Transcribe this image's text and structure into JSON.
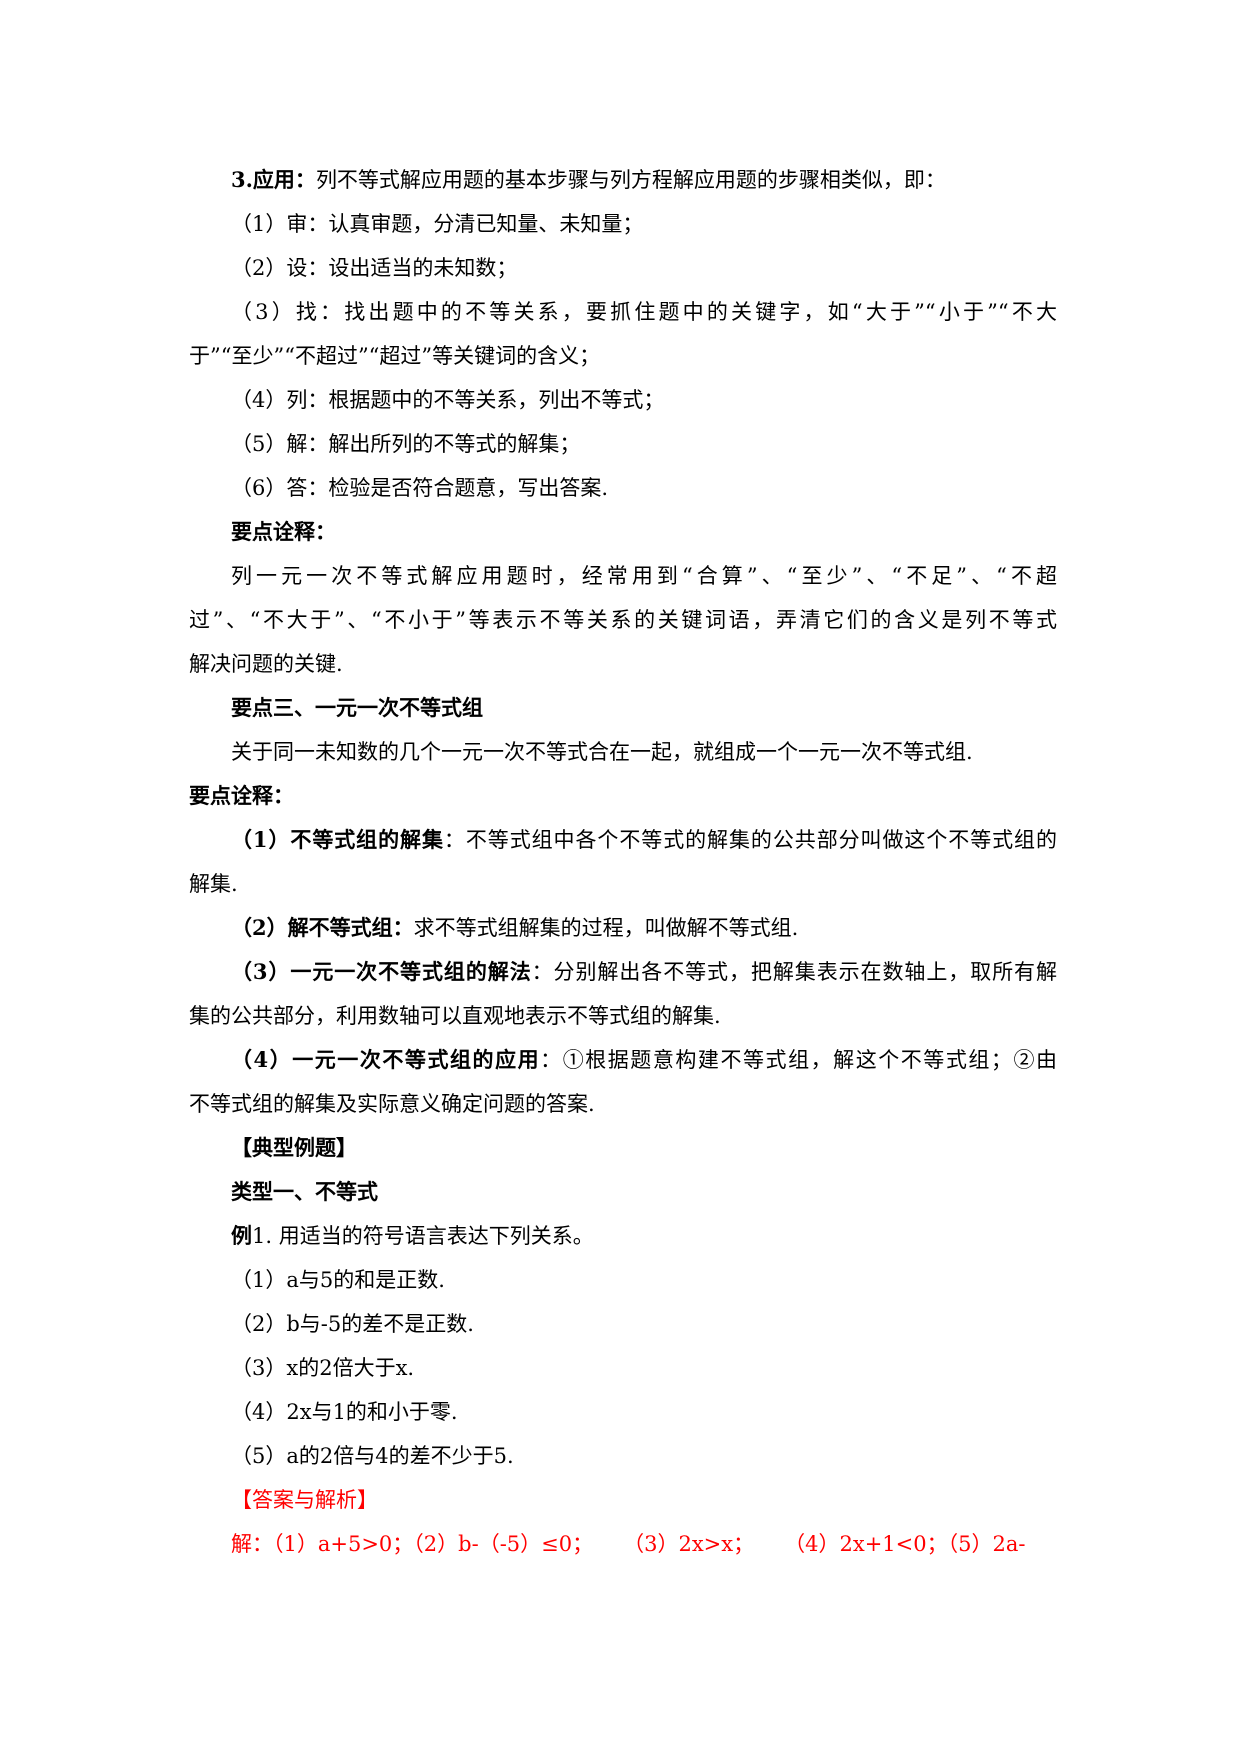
{
  "section_app": {
    "title": "3.应用：",
    "text": "列不等式解应用题的基本步骤与列方程解应用题的步骤相类似，即：",
    "steps": [
      "（1）审：认真审题，分清已知量、未知量；",
      "（2）设：设出适当的未知数；",
      "（3）找：找出题中的不等关系，要抓住题中的关键字，如“大于”“小于”“不大",
      "于”“至少”“不超过”“超过”等关键词的含义；",
      "（4）列：根据题中的不等关系，列出不等式；",
      "（5）解：解出所列的不等式的解集；",
      "（6）答：检验是否符合题意，写出答案."
    ]
  },
  "note1": {
    "title": "要点诠释：",
    "lines": [
      "列一元一次不等式解应用题时，经常用到“合算”、“至少”、“不足”、“不超",
      "过”、“不大于”、“不小于”等表示不等关系的关键词语，弄清它们的含义是列不等式",
      "解决问题的关键."
    ]
  },
  "section3": {
    "title": "要点三、一元一次不等式组",
    "text": "关于同一未知数的几个一元一次不等式合在一起，就组成一个一元一次不等式组."
  },
  "note2": {
    "title": "要点诠释：",
    "item1_title": "（1）不等式组的解集",
    "item1_text": "：不等式组中各个不等式的解集的公共部分叫做这个不等式组的",
    "item1_cont": "解集.",
    "item2_title": "（2）解不等式组：",
    "item2_text": "求不等式组解集的过程，叫做解不等式组.",
    "item3_title": "（3）一元一次不等式组的解法",
    "item3_text": "：分别解出各不等式，把解集表示在数轴上，取所有解",
    "item3_cont": "集的公共部分，利用数轴可以直观地表示不等式组的解集.",
    "item4_title": "（4）一元一次不等式组的应用",
    "item4_text": "：①根据题意构建不等式组，解这个不等式组；②由",
    "item4_cont": "不等式组的解集及实际意义确定问题的答案."
  },
  "examples": {
    "header": "【典型例题】",
    "type1": "类型一、不等式",
    "ex1_label": "例",
    "ex1_text": "1. 用适当的符号语言表达下列关系。",
    "items": [
      "（1）a与5的和是正数.",
      "（2）b与-5的差不是正数.",
      "（3）x的2倍大于x.",
      "（4）2x与1的和小于零.",
      "（5）a的2倍与4的差不少于5."
    ]
  },
  "answer": {
    "header": "【答案与解析】",
    "parts": [
      "解：（1）a+5>0；（2）b-（-5）≤0；",
      "（3）2x>x；",
      "（4）2x+1<0；（5）2a-"
    ]
  }
}
